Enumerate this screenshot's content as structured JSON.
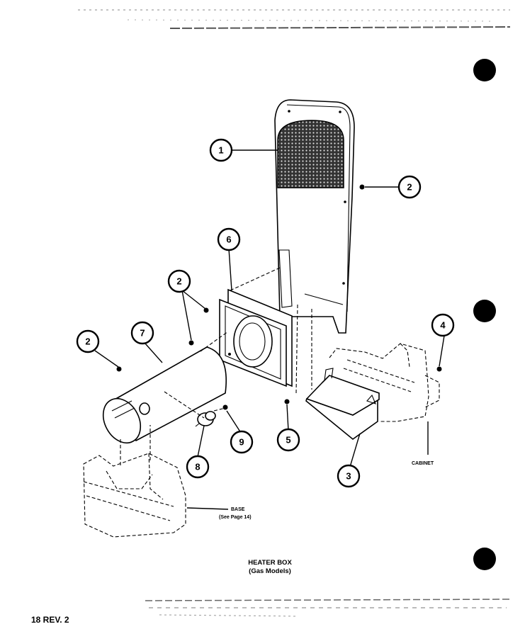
{
  "callouts": [
    "1",
    "2",
    "2",
    "2",
    "3",
    "4",
    "5",
    "6",
    "7",
    "8",
    "9"
  ],
  "labels": {
    "cabinet": "CABINET",
    "base": "BASE",
    "base_ref": "(See Page 14)"
  },
  "title": {
    "line1": "HEATER BOX",
    "line2": "(Gas Models)"
  },
  "footer": {
    "page": "18 REV. 2"
  }
}
